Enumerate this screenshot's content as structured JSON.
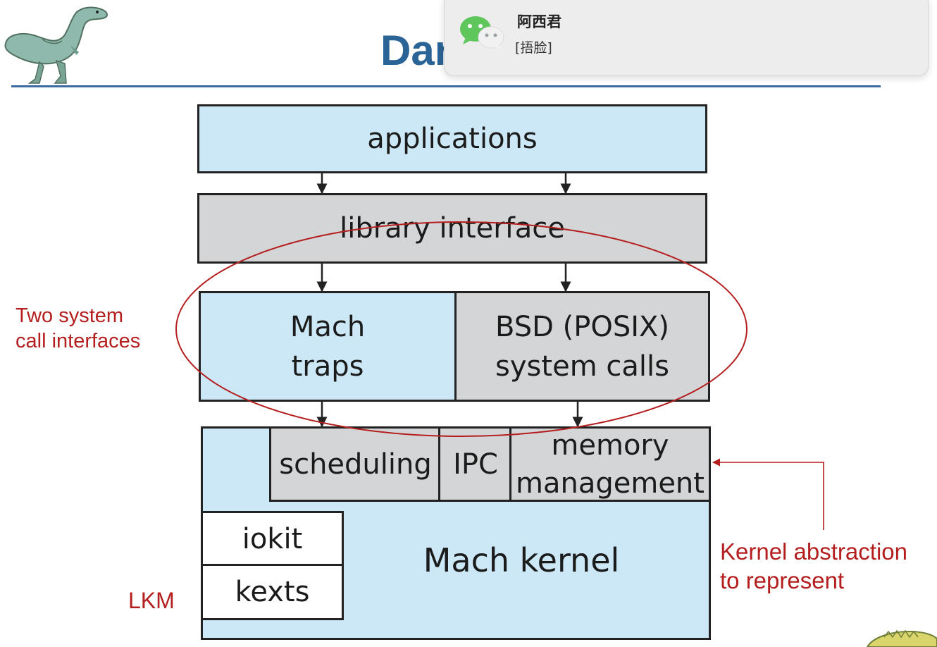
{
  "slide": {
    "title_visible": "Dar"
  },
  "notification": {
    "sender": "阿西君",
    "message": "[捂脸]",
    "icon": "wechat-icon"
  },
  "diagram": {
    "applications": "applications",
    "library_interface": "library interface",
    "mach_traps": [
      "Mach",
      "traps"
    ],
    "bsd_syscalls": [
      "BSD (POSIX)",
      "system calls"
    ],
    "scheduling": "scheduling",
    "ipc": "IPC",
    "memory_management": [
      "memory",
      "management"
    ],
    "iokit": "iokit",
    "kexts": "kexts",
    "mach_kernel": "Mach kernel"
  },
  "annotations": {
    "two_interfaces": [
      "Two system",
      "call interfaces"
    ],
    "kernel_abstraction": [
      "Kernel abstraction",
      "to represent"
    ],
    "lkm": "LKM"
  },
  "colors": {
    "title": "#2a6496",
    "box_blue": "#cce8f6",
    "box_gray": "#d4d5d6",
    "annotation": "#b41e1e",
    "ellipse": "#b41e1e"
  }
}
